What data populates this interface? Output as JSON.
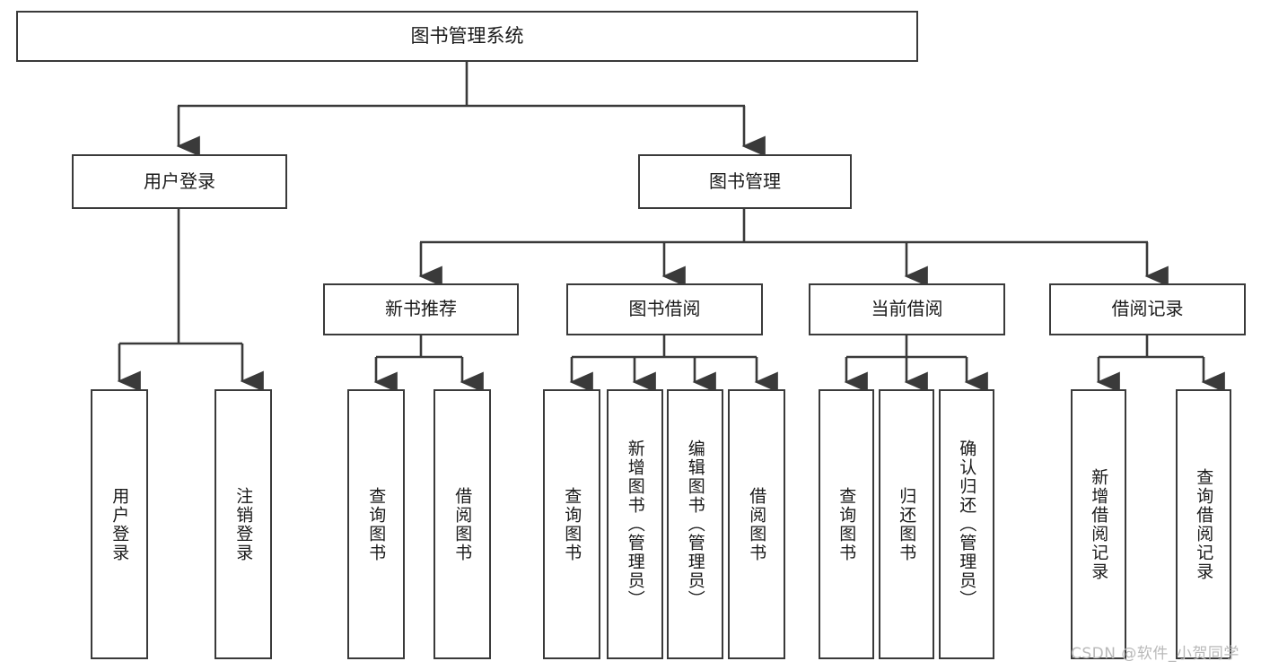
{
  "diagram": {
    "title": "图书管理系统",
    "type": "tree",
    "root": {
      "label": "图书管理系统"
    },
    "level2": [
      {
        "label": "用户登录"
      },
      {
        "label": "图书管理"
      }
    ],
    "level3": [
      {
        "label": "新书推荐"
      },
      {
        "label": "图书借阅"
      },
      {
        "label": "当前借阅"
      },
      {
        "label": "借阅记录"
      }
    ],
    "leaves": {
      "user_login": [
        {
          "label": "用户登录"
        },
        {
          "label": "注销登录"
        }
      ],
      "new_book_recommend": [
        {
          "label": "查询图书"
        },
        {
          "label": "借阅图书"
        }
      ],
      "book_borrow": [
        {
          "label": "查询图书"
        },
        {
          "label": "新增图书（管理员）"
        },
        {
          "label": "编辑图书（管理员）"
        },
        {
          "label": "借阅图书"
        }
      ],
      "current_borrow": [
        {
          "label": "查询图书"
        },
        {
          "label": "归还图书"
        },
        {
          "label": "确认归还（管理员）"
        }
      ],
      "borrow_record": [
        {
          "label": "新增借阅记录"
        },
        {
          "label": "查询借阅记录"
        }
      ]
    },
    "colors": {
      "box_border": "#3a3a3a",
      "box_fill": "#ffffff",
      "connector": "#3a3a3a",
      "text": "#1a1a1a",
      "watermark": "#b9b9b9",
      "background": "#ffffff"
    }
  },
  "watermark": {
    "text": "CSDN @软件_小贺同学"
  }
}
